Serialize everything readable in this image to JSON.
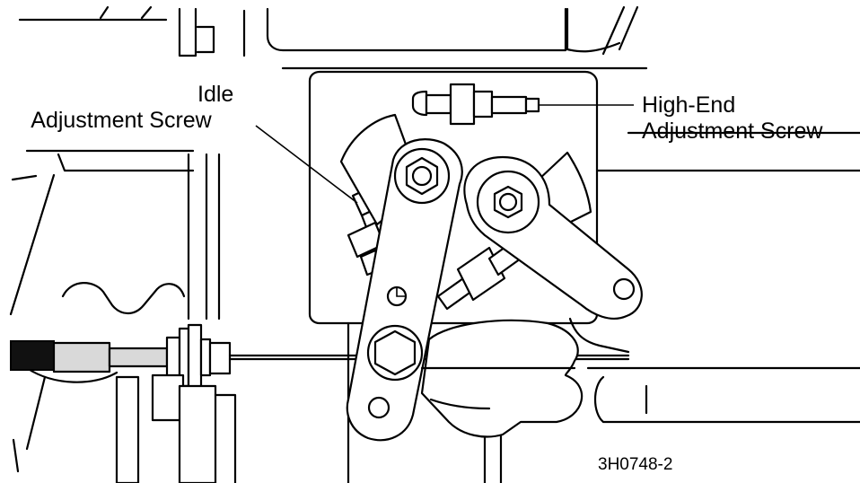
{
  "labels": {
    "idle_line1": "Idle",
    "idle_line2": "Adjustment Screw",
    "high_line1": "High-End",
    "high_line2": "Adjustment Screw",
    "figure_id": "3H0748-2"
  },
  "colors": {
    "line": "#000000",
    "background": "#ffffff",
    "cable_gray": "#d9d9d9",
    "sleeve_black": "#111111"
  }
}
